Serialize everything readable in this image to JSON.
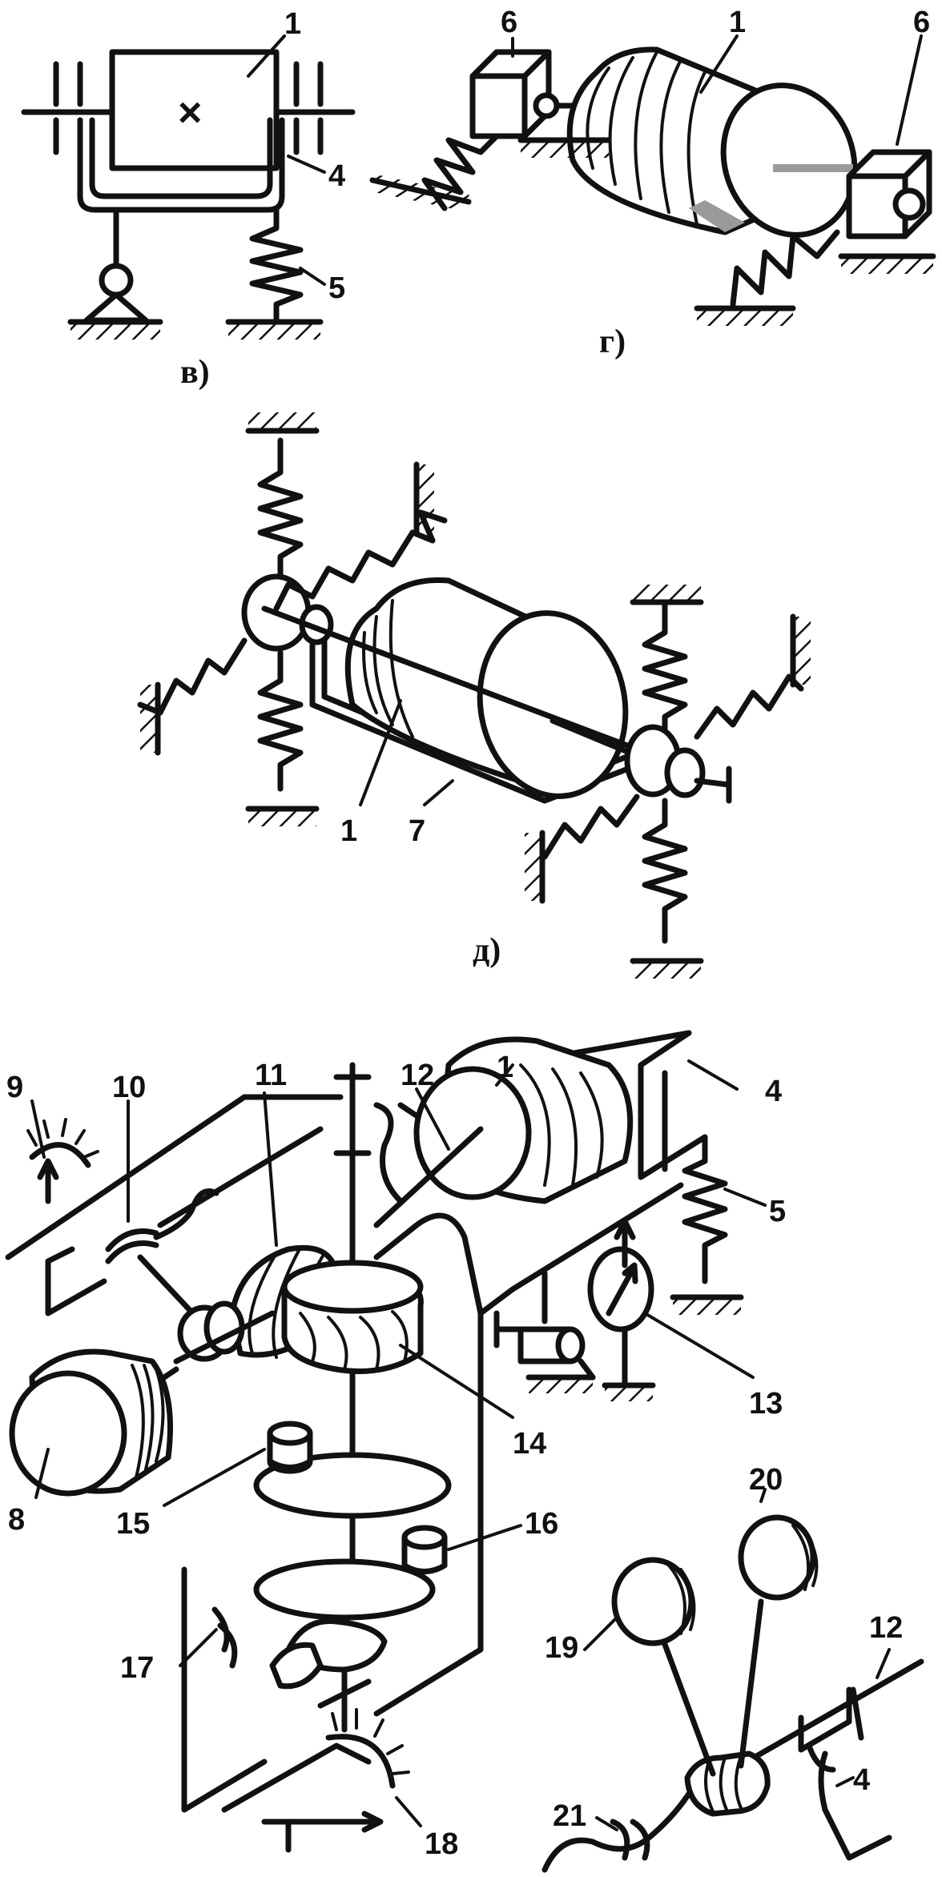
{
  "panels": {
    "v": {
      "caption": "в)",
      "labels": [
        "1",
        "4",
        "5"
      ],
      "cross": "×"
    },
    "g": {
      "caption": "г)",
      "labels": [
        "1",
        "6",
        "6"
      ]
    },
    "d": {
      "caption": "д)",
      "labels": [
        "1",
        "7"
      ]
    },
    "e": {
      "labels": [
        "9",
        "10",
        "11",
        "12",
        "1",
        "4",
        "5",
        "13",
        "14",
        "8",
        "15",
        "16",
        "17",
        "18"
      ]
    },
    "zh": {
      "labels": [
        "20",
        "19",
        "12",
        "21",
        "4"
      ]
    }
  },
  "colors": {
    "ink": "#111111",
    "paper": "#ffffff",
    "shade": "#9a9a9a"
  }
}
